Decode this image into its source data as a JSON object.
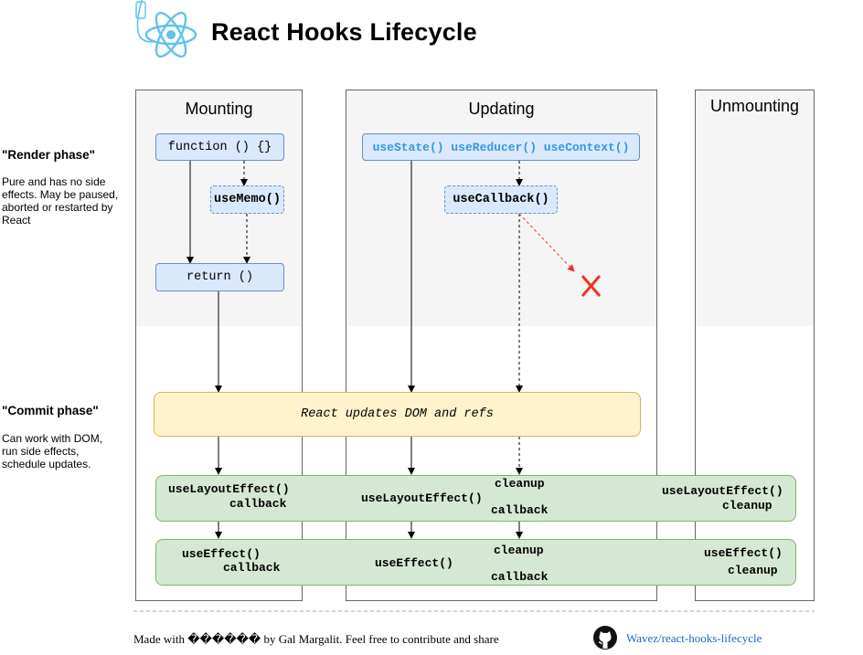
{
  "title": "React Hooks Lifecycle",
  "logo_icon": "react-atom-icon",
  "render_phase": {
    "title": "\"Render phase\"",
    "desc_lines": [
      "Pure and has no side",
      "effects. May be paused,",
      "aborted or restarted by",
      "React"
    ]
  },
  "commit_phase": {
    "title": "\"Commit phase\"",
    "desc_lines": [
      "Can work with DOM,",
      "run side effects,",
      "schedule updates."
    ]
  },
  "columns": {
    "mounting": "Mounting",
    "updating": "Updating",
    "unmounting": "Unmounting"
  },
  "nodes": {
    "function": "function () {}",
    "use_memo": "useMemo()",
    "return": "return ()",
    "state_hooks": "useState() useReducer() useContext()",
    "use_callback": "useCallback()",
    "dom_update": "React updates DOM and refs"
  },
  "layout_effect": {
    "mount_line1": "useLayoutEffect()",
    "mount_line2": "callback",
    "update_name": "useLayoutEffect()",
    "update_cleanup": "cleanup",
    "update_callback": "callback",
    "unmount_line1": "useLayoutEffect()",
    "unmount_line2": "cleanup"
  },
  "effect": {
    "mount_line1": "useEffect()",
    "mount_line2": "callback",
    "update_name": "useEffect()",
    "update_cleanup": "cleanup",
    "update_callback": "callback",
    "unmount_line1": "useEffect()",
    "unmount_line2": "cleanup"
  },
  "footer": {
    "text": "Made with ������ by Gal Margalit. Feel free to contribute and share",
    "repo": "Wavez/react-hooks-lifecycle",
    "github_icon": "github-icon"
  },
  "colors": {
    "accent_blue": "#3399dd",
    "node_fill": "#dae8fc",
    "dom_fill": "#fff2cc",
    "effect_fill": "#d5e8d4",
    "cancel_red": "#ee3322"
  }
}
